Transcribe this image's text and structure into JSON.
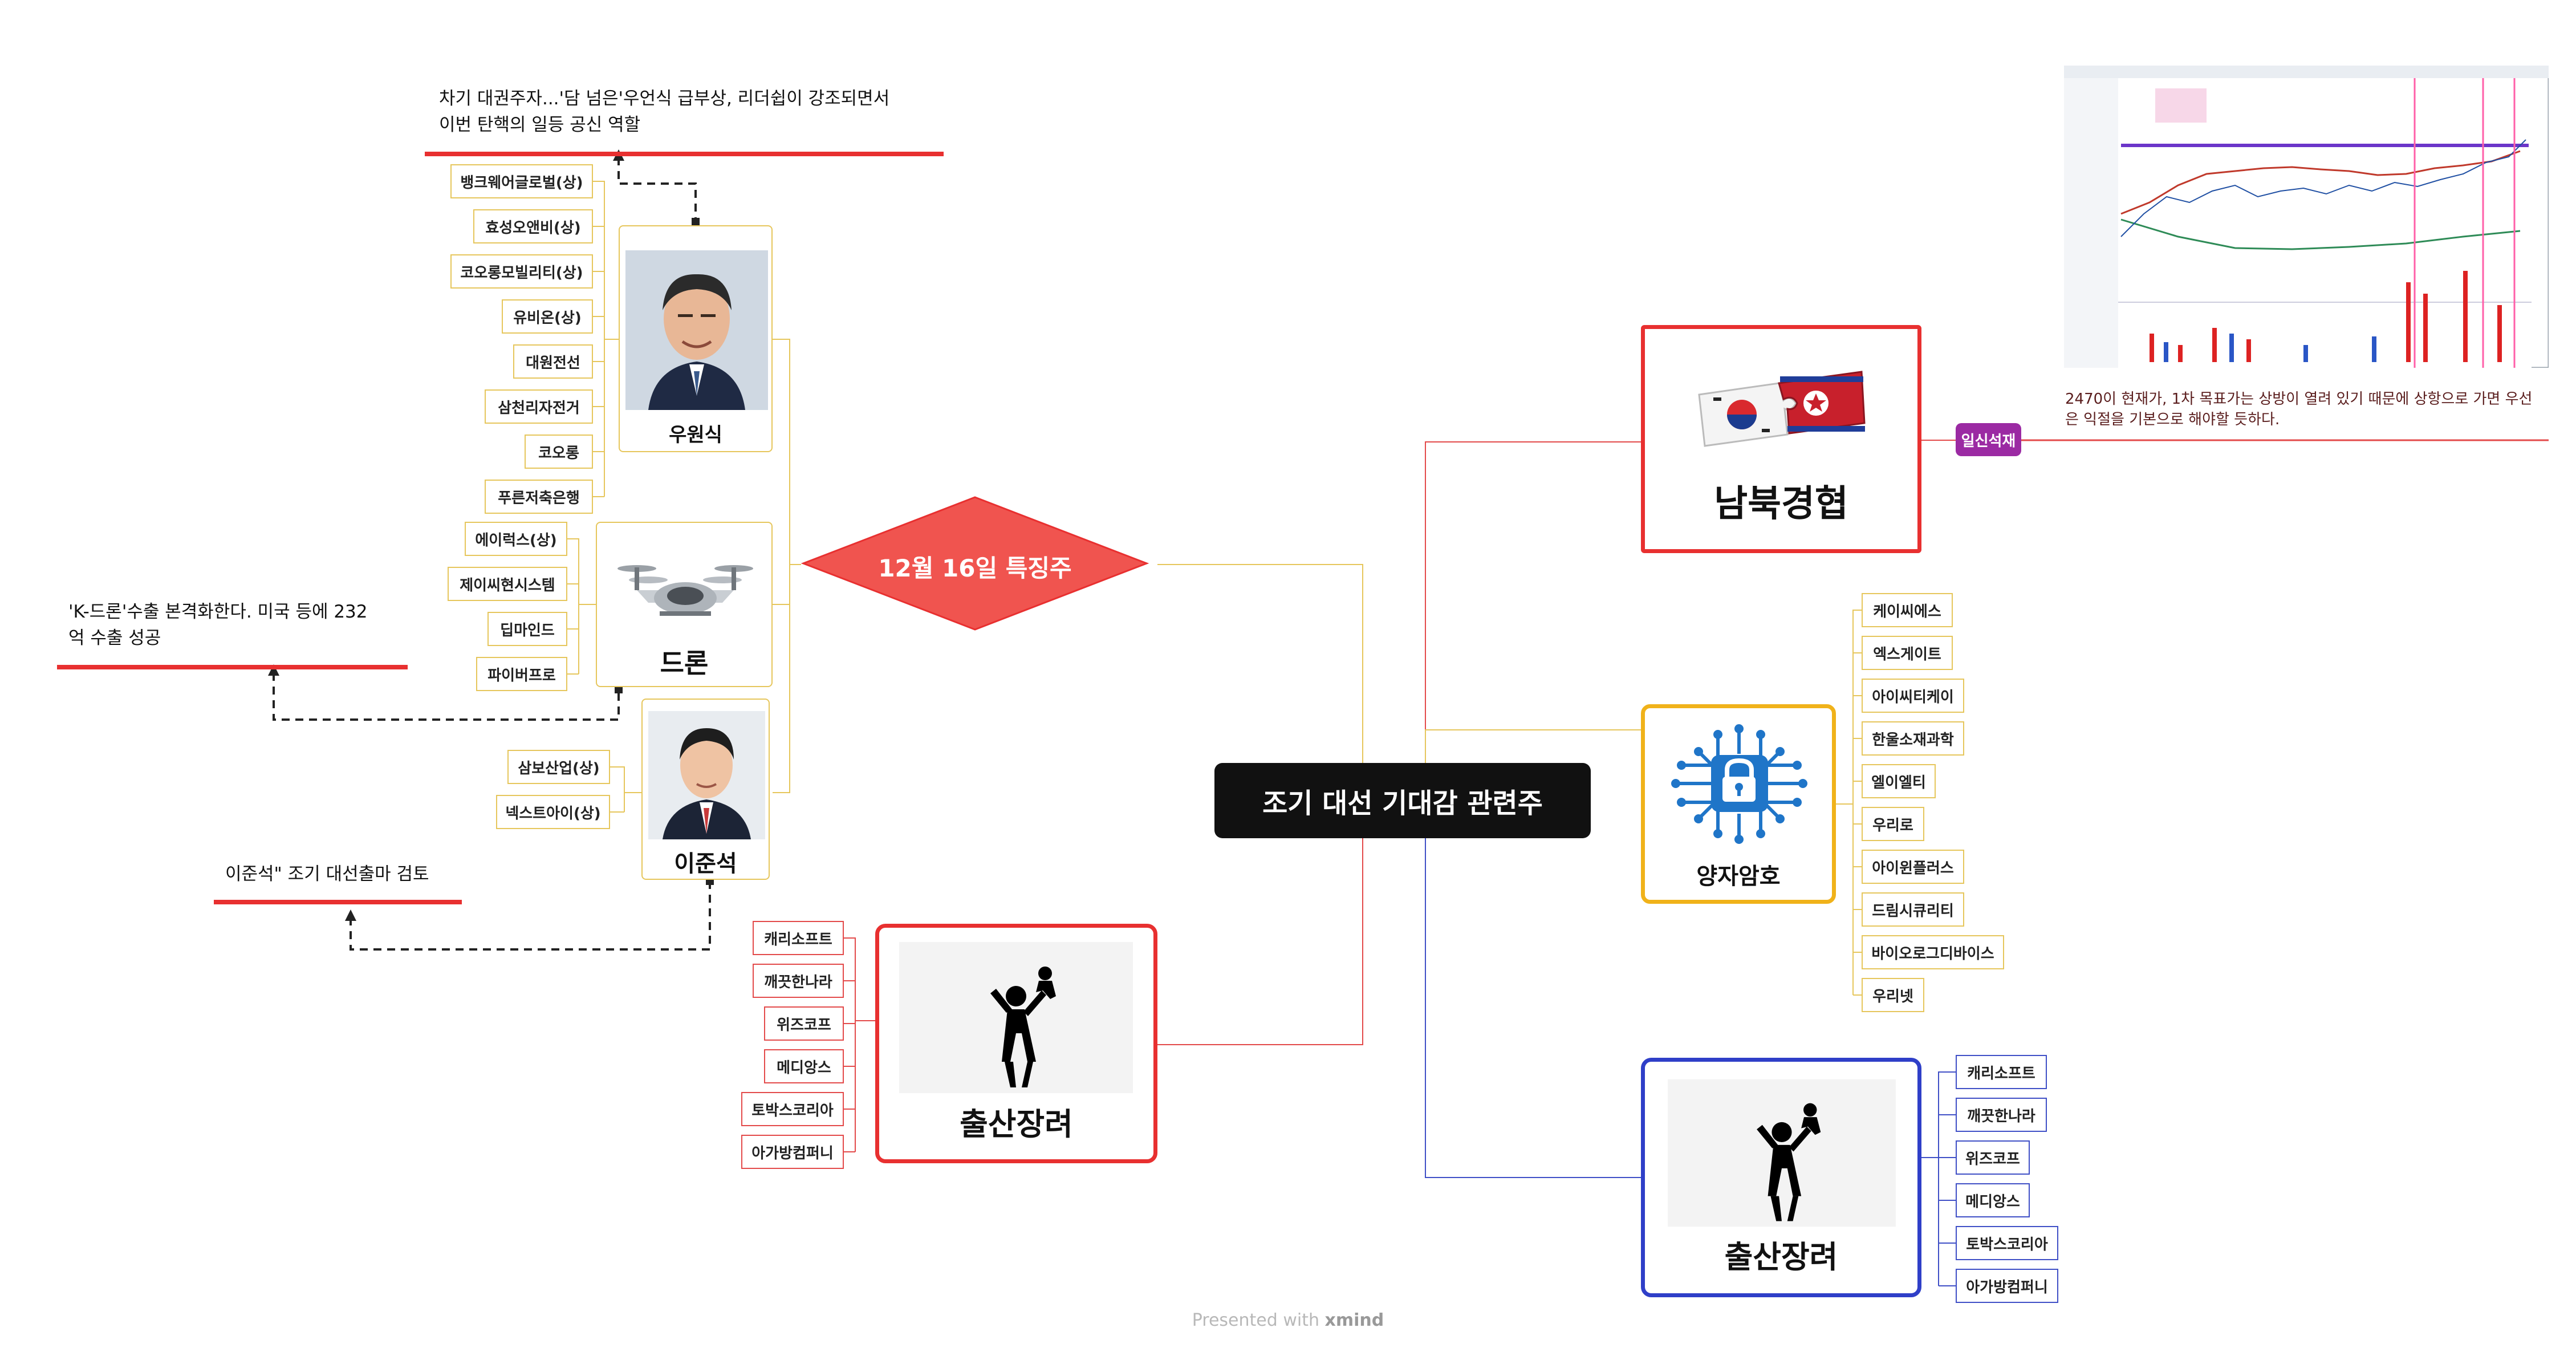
{
  "center": {
    "label": "조기 대선 기대감 관련주"
  },
  "diamond": {
    "label": "12월 16일 특징주"
  },
  "persons": {
    "woo": {
      "label": "우원식",
      "stocks": [
        "뱅크웨어글로벌(상)",
        "효성오앤비(상)",
        "코오롱모빌리티(상)",
        "유비온(상)",
        "대원전선",
        "삼천리자전거",
        "코오롱",
        "푸른저축은행"
      ],
      "note": [
        "차기 대권주자...'담 넘은'우언식 급부상, 리더쉽이 강조되면서",
        "이번 탄핵의 일등 공신 역할"
      ]
    },
    "drone": {
      "label": "드론",
      "stocks": [
        "에이럭스(상)",
        "제이씨현시스템",
        "딥마인드",
        "파이버프로"
      ],
      "note": [
        "'K-드론'수출 본격화한다. 미국 등에 232",
        "억 수출 성공"
      ]
    },
    "lee": {
      "label": "이준석",
      "stocks": [
        "삼보산업(상)",
        "넥스트아이(상)"
      ],
      "note": [
        "이준석\" 조기 대선출마 검토"
      ]
    }
  },
  "birth_left": {
    "label": "출산장려",
    "stocks": [
      "캐리소프트",
      "깨끗한나라",
      "위즈코프",
      "메디앙스",
      "토박스코리아",
      "아가방컴퍼니"
    ]
  },
  "nk": {
    "label": "남북경협",
    "tag": "일신석재",
    "note": [
      "2470이 현재가, 1차 목표가는 상방이 열려 있기 때문에 상항으로 가면 우선",
      "은 익절을 기본으로 해야할 듯하다."
    ]
  },
  "quantum": {
    "label": "양자암호",
    "stocks": [
      "케이씨에스",
      "엑스게이트",
      "아이씨티케이",
      "한울소재과학",
      "엘이엘티",
      "우리로",
      "아이윈플러스",
      "드림시큐리티",
      "바이오로그디바이스",
      "우리넷"
    ]
  },
  "birth_right": {
    "label": "출산장려",
    "stocks": [
      "캐리소프트",
      "깨끗한나라",
      "위즈코프",
      "메디앙스",
      "토박스코리아",
      "아가방컴퍼니"
    ]
  },
  "footer": {
    "prefix": "Presented with",
    "brand": "xmind"
  },
  "colors": {
    "red": "#e83030",
    "yellow": "#e6c65c",
    "blue": "#3f4fc6",
    "purple": "#9b2aa3",
    "dark": "#111111"
  }
}
